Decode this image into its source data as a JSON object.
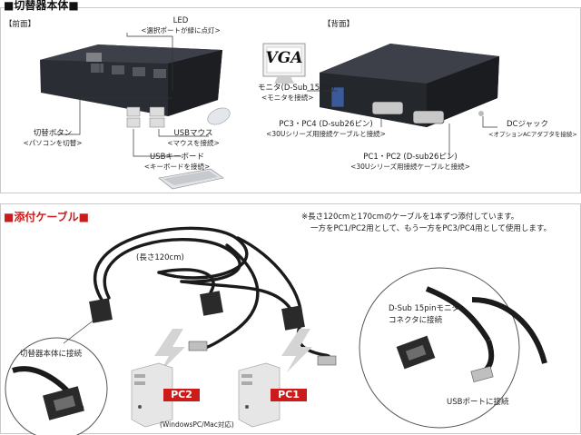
{
  "section1": {
    "title": "■切替器本体■",
    "front_label": "【前面】",
    "back_label": "【背面】",
    "led": {
      "title": "LED",
      "desc": "<選択ポートが緑に点灯>"
    },
    "vga_icon": "VGA",
    "monitor": {
      "title": "モニタ(D-Sub 15pin)",
      "desc": "<モニタを接続>"
    },
    "pc34": {
      "title": "PC3・PC4 (D-sub26ピン)",
      "desc": "<30Uシリーズ用接続ケーブルと接続>"
    },
    "pc12": {
      "title": "PC1・PC2 (D-sub26ピン)",
      "desc": "<30Uシリーズ用接続ケーブルと接続>"
    },
    "dc": {
      "title": "DCジャック",
      "desc": "<オプションACアダプタを接続>"
    },
    "switch_button": {
      "title": "切替ボタン",
      "desc": "<パソコンを切替>"
    },
    "usb_mouse": {
      "title": "USBマウス",
      "desc": "<マウスを接続>"
    },
    "usb_keyboard": {
      "title": "USBキーボード",
      "desc": "<キーボードを接続>"
    }
  },
  "section2": {
    "title": "■添付ケーブル■",
    "note_line1": "※長さ120cmと170cmのケーブルを1本ずつ添付しています。",
    "note_line2": "一方をPC1/PC2用として、もう一方をPC3/PC4用として使用します。",
    "length": "(長さ120cm)",
    "connect_body": "切替器本体に接続",
    "monitor_connector_line1": "D-Sub 15pinモニタ",
    "monitor_connector_line2": "コネクタに接続",
    "usb_port": "USBポートに接続",
    "pc1": "PC1",
    "pc2": "PC2",
    "os_note": "(WindowsPC/Mac対応)"
  },
  "colors": {
    "accent": "#cc1b1b",
    "device": "#2a2d33",
    "connector": "#3a5a9a"
  }
}
